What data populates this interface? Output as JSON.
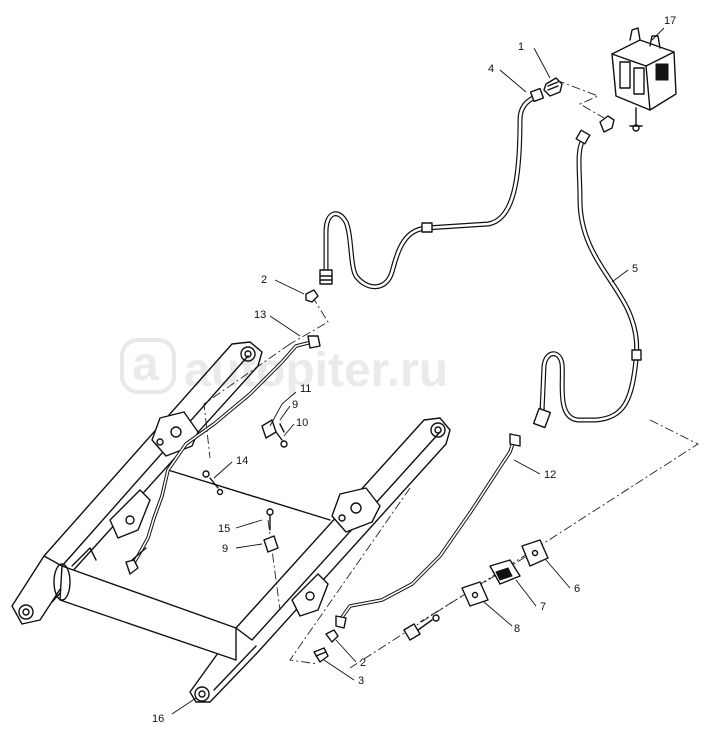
{
  "callouts": {
    "c1": "1",
    "c2a": "2",
    "c2b": "2",
    "c3": "3",
    "c4": "4",
    "c5": "5",
    "c6": "6",
    "c7": "7",
    "c8": "8",
    "c9a": "9",
    "c9b": "9",
    "c10": "10",
    "c11": "11",
    "c12": "12",
    "c13": "13",
    "c14": "14",
    "c15": "15",
    "c16": "16",
    "c17": "17"
  },
  "watermark": {
    "text": "autopiter.ru"
  },
  "colors": {
    "line": "#111111",
    "background": "#ffffff",
    "watermark": "#d9d9d9"
  }
}
